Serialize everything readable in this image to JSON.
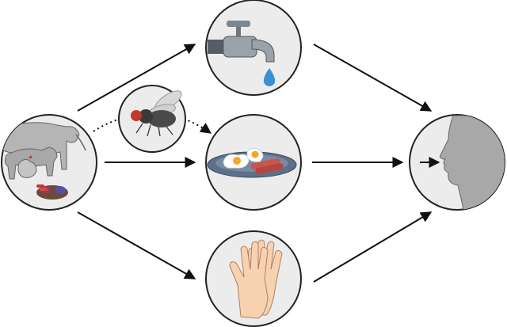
{
  "diagram": {
    "nodes": [
      {
        "id": "source",
        "icon": "animals-and-feces-icon"
      },
      {
        "id": "water",
        "icon": "tap-water-icon"
      },
      {
        "id": "fly",
        "icon": "fly-icon"
      },
      {
        "id": "food",
        "icon": "food-plate-icon"
      },
      {
        "id": "hands",
        "icon": "hands-icon"
      },
      {
        "id": "human",
        "icon": "human-mouth-icon"
      }
    ],
    "edges": [
      {
        "from": "source",
        "to": "water",
        "style": "solid"
      },
      {
        "from": "source",
        "to": "food",
        "style": "solid"
      },
      {
        "from": "source",
        "to": "hands",
        "style": "solid"
      },
      {
        "from": "source",
        "to": "fly",
        "style": "dotted"
      },
      {
        "from": "fly",
        "to": "food",
        "style": "dotted"
      },
      {
        "from": "water",
        "to": "human",
        "style": "solid"
      },
      {
        "from": "food",
        "to": "human",
        "style": "solid"
      },
      {
        "from": "hands",
        "to": "human",
        "style": "solid"
      }
    ],
    "colors": {
      "circle_fill": "#ececec",
      "circle_stroke": "#222222",
      "animal": "#b5b5b5",
      "water_drop": "#3b8fd3",
      "skin": "#f6d2b0",
      "egg_yolk": "#f5a623",
      "sausage": "#c9554e",
      "plate": "#5e6f8a",
      "fly_eye": "#c0392b"
    }
  }
}
